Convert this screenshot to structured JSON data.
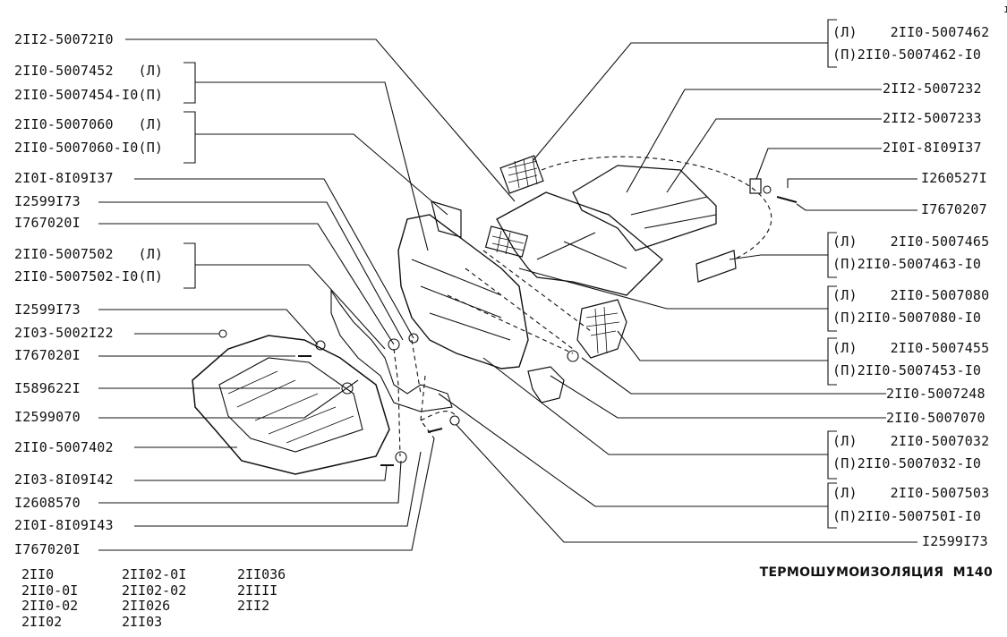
{
  "title": "ТЕРМОШУМОИЗОЛЯЦИЯ",
  "page_code": "M140",
  "left_labels": [
    "2II2-50072I0",
    "2II0-5007452   (Л)",
    "2II0-5007454-I0(П)",
    "2II0-5007060   (Л)",
    "2II0-5007060-I0(П)",
    "2I0I-8I09I37",
    "I2599I73",
    "I767020I",
    "2II0-5007502   (Л)",
    "2II0-5007502-I0(П)",
    "I2599I73",
    "2I03-5002I22",
    "I767020I",
    "I589622I",
    "I2599070",
    "2II0-5007402",
    "2I03-8I09I42",
    "I2608570",
    "2I0I-8I09I43",
    "I767020I"
  ],
  "right_labels": [
    "(Л)    2II0-5007462",
    "(П)2II0-5007462-I0",
    "2II2-5007232",
    "2II2-5007233",
    "2I0I-8I09I37",
    "I260527I",
    "I7670207",
    "(Л)    2II0-5007465",
    "(П)2II0-5007463-I0",
    "(Л)    2II0-5007080",
    "(П)2II0-5007080-I0",
    "(Л)    2II0-5007455",
    "(П)2II0-5007453-I0",
    "2II0-5007248",
    "2II0-5007070",
    "(Л)    2II0-5007032",
    "(П)2II0-5007032-I0",
    "(Л)    2II0-5007503",
    "(П)2II0-500750I-I0",
    "I2599I73"
  ],
  "models": [
    [
      "2II0",
      "2II0-0I",
      "2II0-02",
      "2II02"
    ],
    [
      "2II02-0I",
      "2II02-02",
      "2II026",
      "2II03"
    ],
    [
      "2II036",
      "2IIII",
      "2II2"
    ]
  ]
}
